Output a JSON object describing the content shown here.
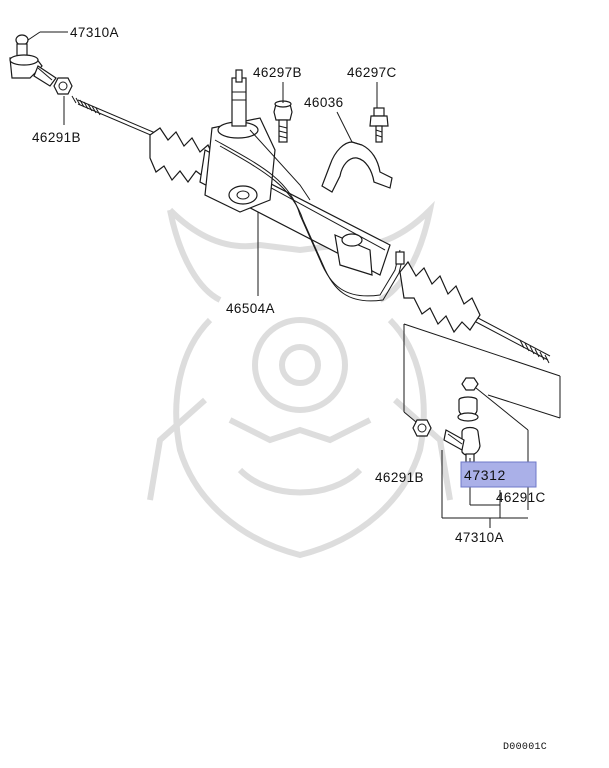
{
  "diagram": {
    "labels": {
      "tie_rod_end_top": "47310A",
      "nut_left": "46291B",
      "bolt_a": "46297B",
      "bolt_b": "46297C",
      "bracket": "46036",
      "gear_box": "46504A",
      "nut_right": "46291B",
      "tie_rod_end_bottom": "47310A",
      "highlight_part": "47312",
      "nut_c": "46291C"
    },
    "drawing_code": "D00001C",
    "colors": {
      "highlight": "#aab0e8",
      "highlight_border": "#6f78c8",
      "line": "#1a1a1a",
      "watermark": "#dadada"
    }
  }
}
